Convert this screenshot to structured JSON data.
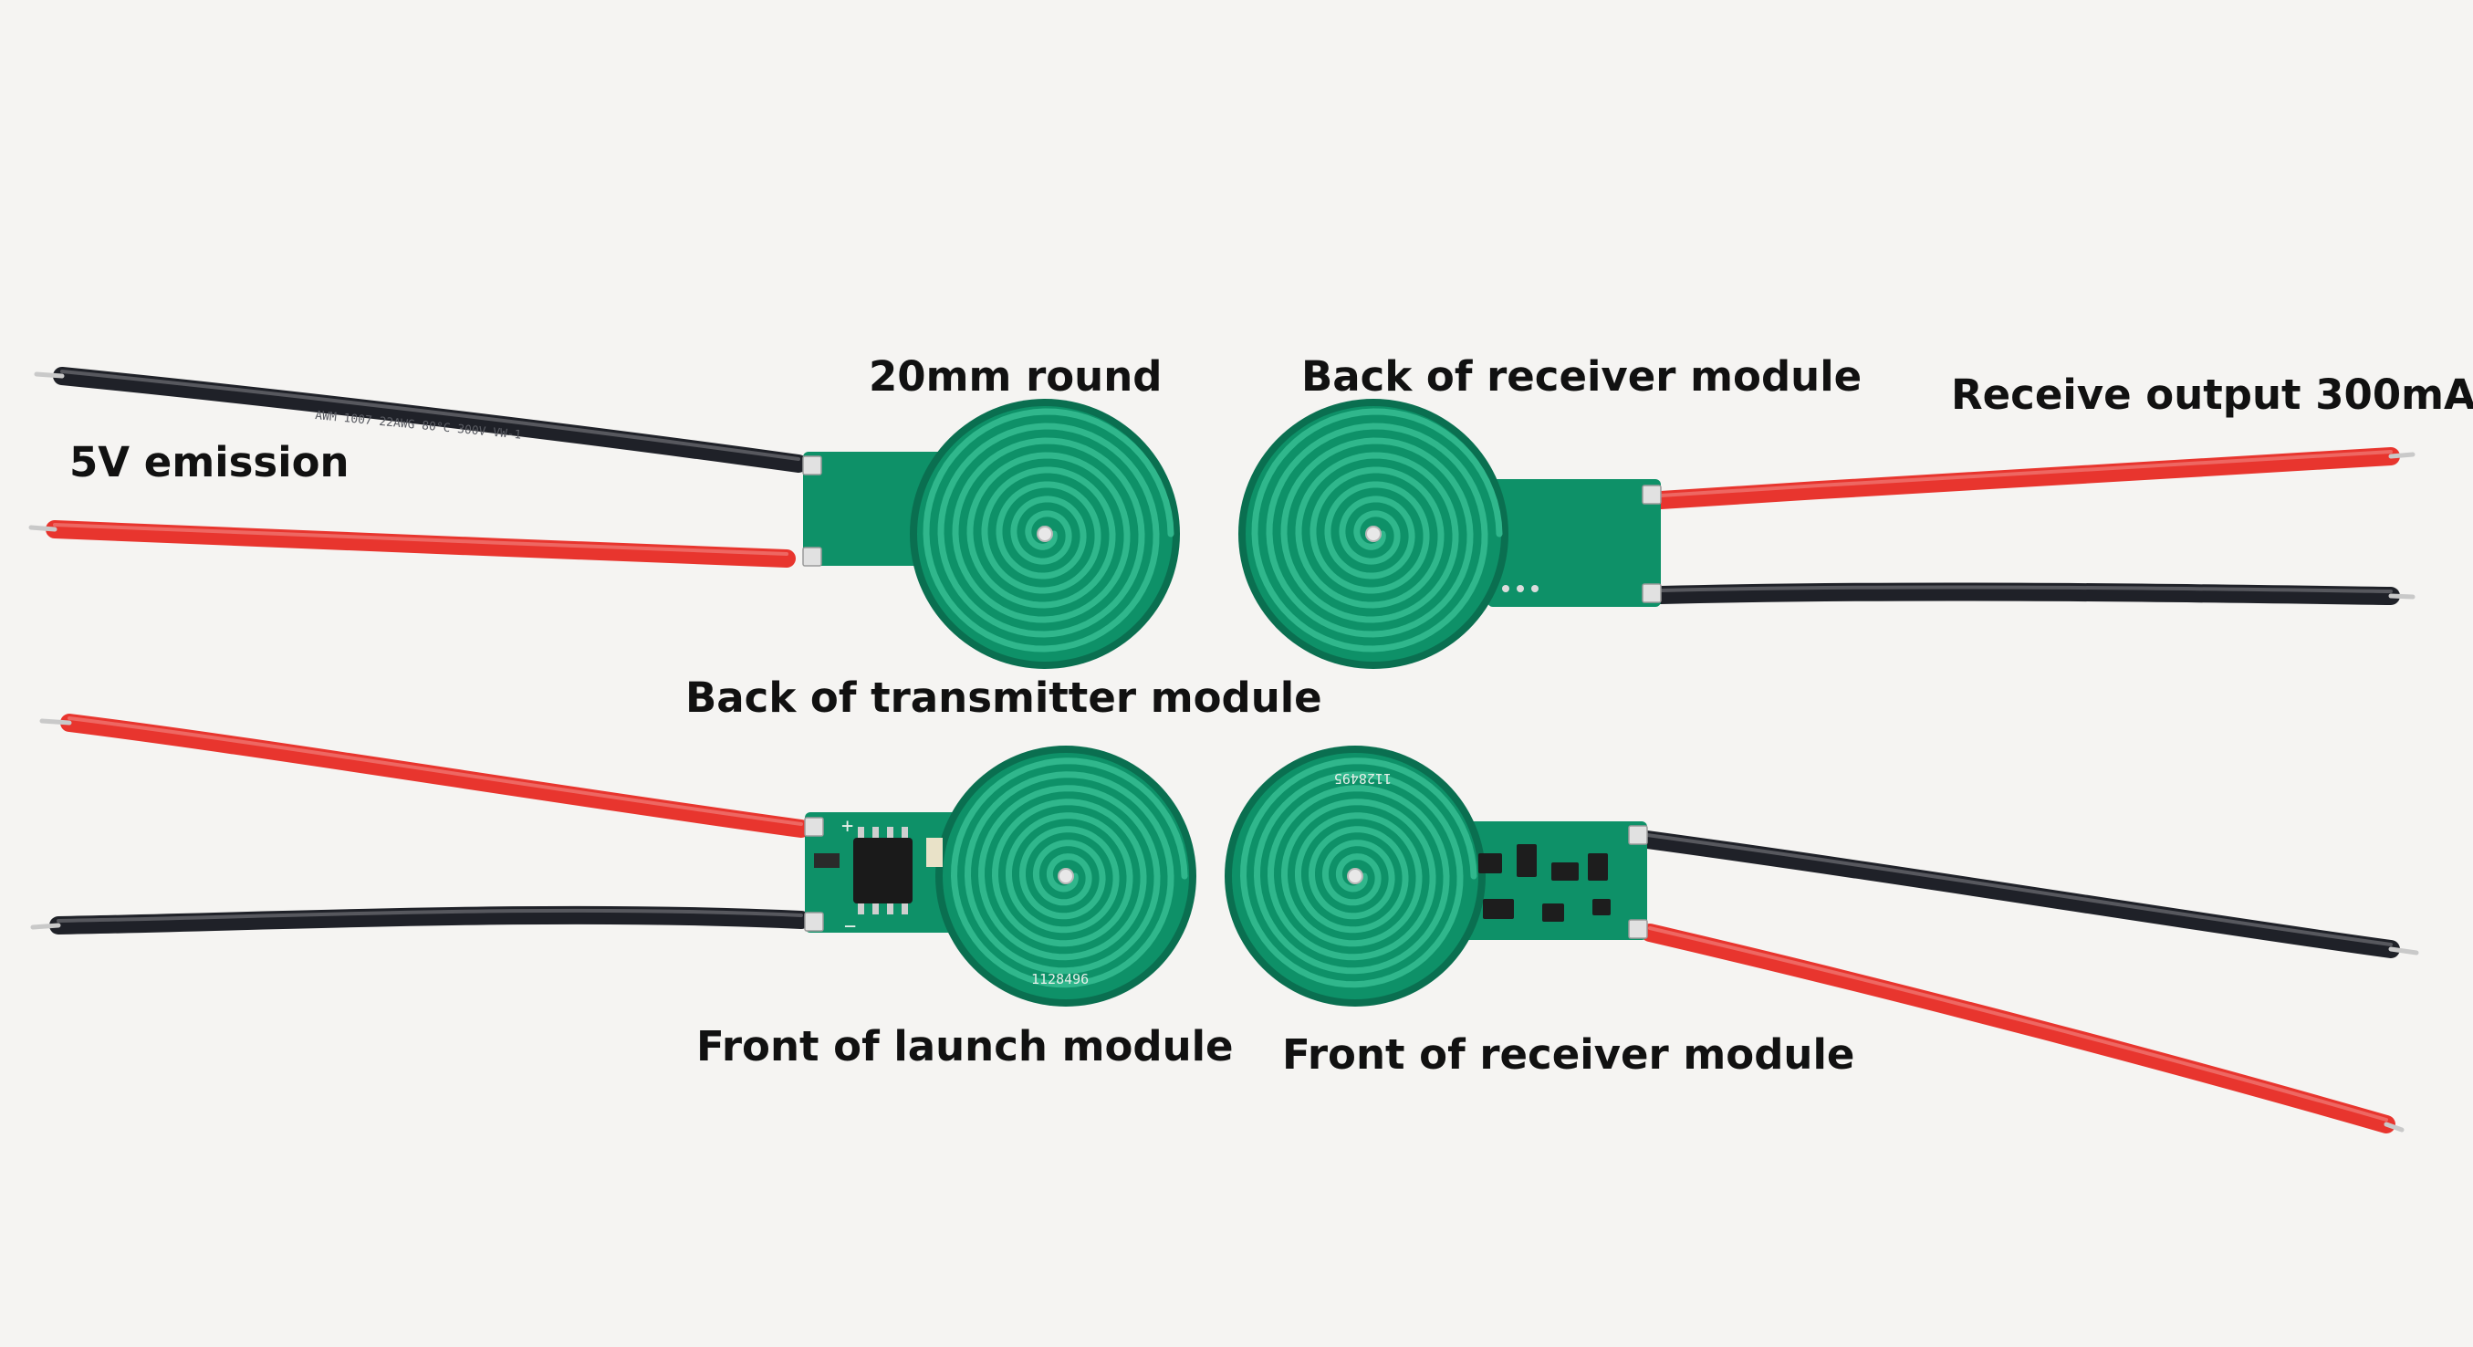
{
  "labels": {
    "emission": "5V emission",
    "round": "20mm round",
    "back_receiver": "Back of receiver module",
    "receive_output": "Receive output 300mA",
    "back_transmitter": "Back of transmitter module",
    "front_launch": "Front of launch module",
    "front_receiver": "Front of receiver module"
  },
  "markings": {
    "cable_print": "AWM   1007   22AWG   80°C   300V   VW-1",
    "tx_serial": "1128496",
    "rx_serial": "1128495",
    "plus": "+",
    "minus": "−"
  },
  "colors": {
    "background": "#f5f4f2",
    "pcb": "#0e9168",
    "pcb_dark": "#0a6f50",
    "trace": "#30b78c",
    "wire_red": "#e8352e",
    "wire_black": "#1f2128",
    "copper": "#c9c9c9",
    "label_text": "#111111"
  }
}
